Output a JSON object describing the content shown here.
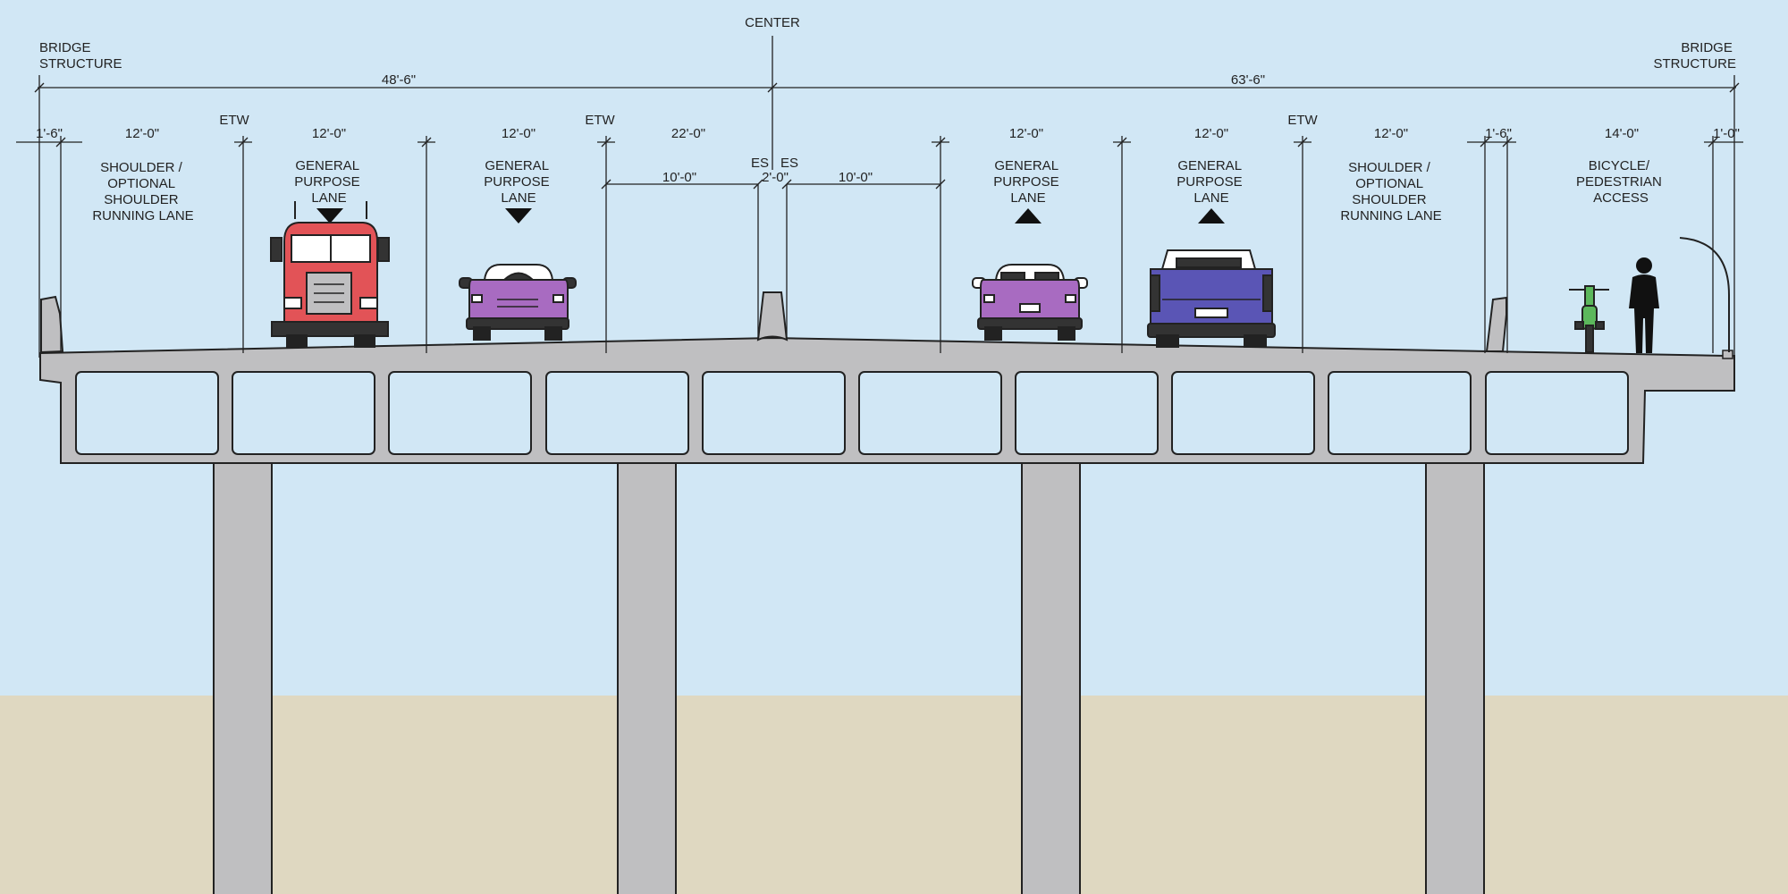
{
  "center_label": "CENTER",
  "left_edge": {
    "label": [
      "BRIDGE",
      "STRUCTURE"
    ]
  },
  "right_edge": {
    "label": [
      "BRIDGE",
      "STRUCTURE"
    ]
  },
  "overall": {
    "left": "48'-6\"",
    "right": "63'-6\""
  },
  "lanes": [
    {
      "id": "left-barrier",
      "width": "1'-6\""
    },
    {
      "id": "left-shoulder",
      "width": "12'-0\"",
      "label": [
        "SHOULDER /",
        "OPTIONAL",
        "SHOULDER",
        "RUNNING LANE"
      ]
    },
    {
      "id": "gp-lane-1",
      "width": "12'-0\"",
      "label": [
        "GENERAL",
        "PURPOSE",
        "LANE"
      ],
      "direction": "down"
    },
    {
      "id": "gp-lane-2",
      "width": "12'-0\"",
      "label": [
        "GENERAL",
        "PURPOSE",
        "LANE"
      ],
      "direction": "down"
    },
    {
      "id": "median",
      "width": "22'-0\""
    },
    {
      "id": "gp-lane-3",
      "width": "12'-0\"",
      "label": [
        "GENERAL",
        "PURPOSE",
        "LANE"
      ],
      "direction": "up"
    },
    {
      "id": "gp-lane-4",
      "width": "12'-0\"",
      "label": [
        "GENERAL",
        "PURPOSE",
        "LANE"
      ],
      "direction": "up"
    },
    {
      "id": "right-shoulder",
      "width": "12'-0\"",
      "label": [
        "SHOULDER /",
        "OPTIONAL",
        "SHOULDER",
        "RUNNING LANE"
      ]
    },
    {
      "id": "right-barrier",
      "width": "1'-6\""
    },
    {
      "id": "bike-ped",
      "width": "14'-0\"",
      "label": [
        "BICYCLE/",
        "PEDESTRIAN",
        "ACCESS"
      ]
    },
    {
      "id": "right-rail",
      "width": "1'-0\""
    }
  ],
  "median_detail": {
    "left_width": "10'-0\"",
    "right_width": "10'-0\"",
    "barrier_width": "2'-0\"",
    "es_left": "ES",
    "es_right": "ES"
  },
  "etw_label": "ETW",
  "colors": {
    "sky": "#d1e7f5",
    "ground": "#dfd8c1",
    "concrete": "#bfbfc1",
    "outline": "#222222",
    "truck": "#e25357",
    "car": "#a86bc1",
    "pickup": "#5a55b5",
    "bicycle": "#5cb85c"
  }
}
